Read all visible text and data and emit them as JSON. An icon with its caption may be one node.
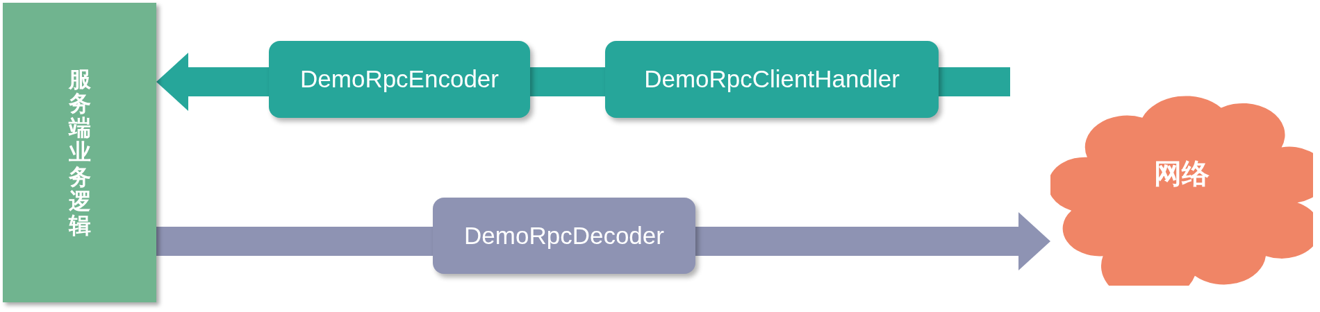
{
  "diagram": {
    "nodes": [
      {
        "text": [
          "服务端业务逻辑"
        ]
      },
      {
        "text": [
          "DemoRpcEncoder"
        ]
      },
      {
        "text": [
          "DemoRpcClientHandler"
        ]
      },
      {
        "text": [
          "DemoRpcDecoder"
        ]
      },
      {
        "text": [
          "网络"
        ]
      }
    ],
    "edges": [
      {
        "from": null,
        "to": 2,
        "arrow": "none"
      },
      {
        "from": 2,
        "to": 1,
        "arrow": "none"
      },
      {
        "from": 1,
        "to": 0,
        "arrow": "to"
      },
      {
        "from": 0,
        "to": 3,
        "arrow": "none",
        "color": "#8e93b3"
      },
      {
        "from": 3,
        "to": 4,
        "arrow": "to",
        "color": "#8e93b3"
      }
    ]
  }
}
